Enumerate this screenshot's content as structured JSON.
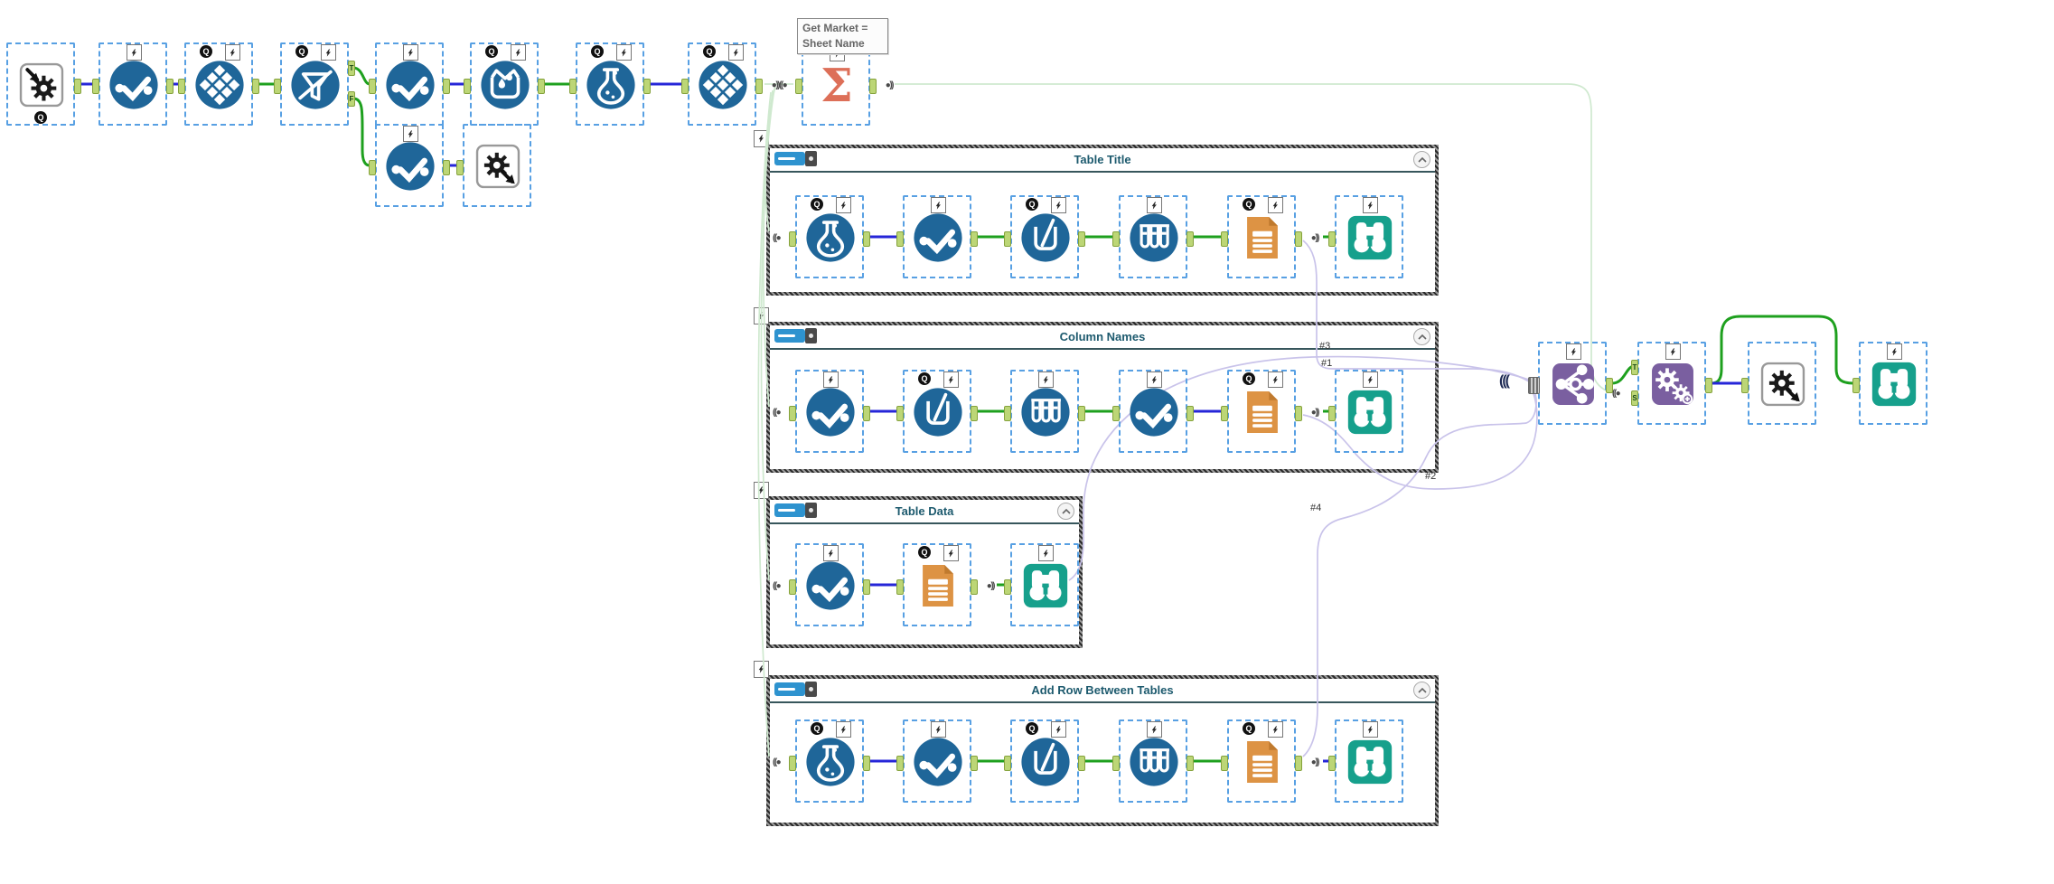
{
  "workflow": {
    "comment_box": {
      "line1": "Get Market =",
      "line2": "Sheet Name"
    },
    "containers": [
      {
        "title": "Table Title",
        "tools": [
          "Formula",
          "Select",
          "Multi-Row Formula",
          "Multi-Field Formula",
          "Table",
          "Browse"
        ]
      },
      {
        "title": "Column Names",
        "tools": [
          "Select",
          "Multi-Row Formula",
          "Multi-Field Formula",
          "Select",
          "Table",
          "Browse"
        ]
      },
      {
        "title": "Table Data",
        "tools": [
          "Select",
          "Table",
          "Browse"
        ]
      },
      {
        "title": "Add Row Between Tables",
        "tools": [
          "Formula",
          "Select",
          "Multi-Row Formula",
          "Multi-Field Formula",
          "Table",
          "Browse"
        ]
      }
    ],
    "top_row_tools": [
      "Macro Input",
      "Select",
      "Cross Tab",
      "Filter",
      "Select",
      "Union",
      "Formula",
      "Cross Tab",
      "Summarize"
    ],
    "filter_false_branch_tools": [
      "Select",
      "Macro Output"
    ],
    "right_side_tools": [
      "Union",
      "Macro",
      "Macro Output",
      "Browse"
    ],
    "connection_labels": [
      "#1",
      "#2",
      "#3",
      "#4"
    ],
    "anchor_labels": {
      "t": "T",
      "f": "F",
      "s": "S"
    },
    "badges": {
      "question": "Q",
      "lightning": "lightning-bolt-icon"
    },
    "wireless_icons": {
      "input": "((●",
      "output": "●))",
      "union_input": "((("
    },
    "colors": {
      "tool_blue": "#1f6699",
      "wire_green": "#1ea01e",
      "wire_blue": "#2626d8",
      "wire_lavender": "#c9c3ea",
      "wire_faint_green": "#cfe9cf",
      "table_orange": "#dd9344",
      "summarize_salmon": "#dd6f58",
      "browse_teal": "#16a08c",
      "macro_purple": "#7a5fa0",
      "anchor_green": "#bcd676",
      "container_title": "#1d5a6e"
    }
  }
}
